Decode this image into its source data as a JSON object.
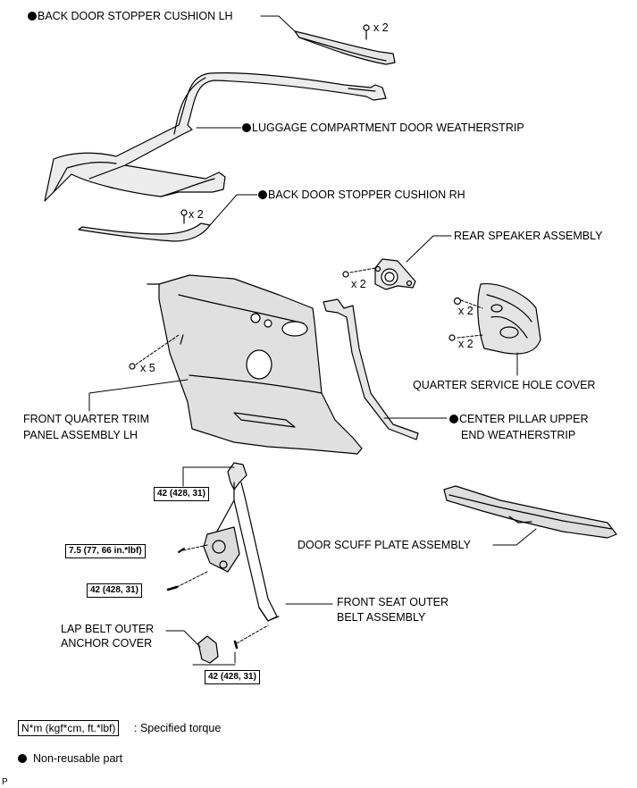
{
  "labels": {
    "back_door_stopper_cushion_lh": "BACK DOOR STOPPER CUSHION LH",
    "luggage_compartment_door_weatherstrip": "LUGGAGE COMPARTMENT DOOR WEATHERSTRIP",
    "back_door_stopper_cushion_rh": "BACK DOOR STOPPER CUSHION RH",
    "rear_speaker_assembly": "REAR SPEAKER ASSEMBLY",
    "quarter_service_hole_cover": "QUARTER SERVICE HOLE COVER",
    "front_quarter_trim_panel_line1": "FRONT QUARTER TRIM",
    "front_quarter_trim_panel_line2": "PANEL ASSEMBLY LH",
    "center_pillar_line1": "CENTER PILLAR UPPER",
    "center_pillar_line2": "END WEATHERSTRIP",
    "door_scuff_plate_assembly": "DOOR SCUFF PLATE ASSEMBLY",
    "front_seat_outer_belt_line1": "FRONT SEAT OUTER",
    "front_seat_outer_belt_line2": "BELT ASSEMBLY",
    "lap_belt_outer_line1": "LAP BELT OUTER",
    "lap_belt_outer_line2": "ANCHOR COVER"
  },
  "quantities": {
    "cushion_lh_clips": "x 2",
    "cushion_rh_clips": "x 2",
    "speaker_screws": "x 2",
    "trim_panel_clips": "x 5",
    "hole_cover_nuts": "x 2",
    "hole_cover_bolts": "x 2"
  },
  "torques": {
    "upper_anchor": "42 (428, 31)",
    "retractor_bolt": "7.5 (77, 66 in.*lbf)",
    "lower_bolt": "42 (428, 31)",
    "floor_anchor": "42 (428, 31)"
  },
  "legend": {
    "torque_unit": "N*m (kgf*cm, ft.*lbf)",
    "torque_desc": ": Specified torque",
    "non_reusable": "Non-reusable part"
  },
  "corner_mark": "P"
}
